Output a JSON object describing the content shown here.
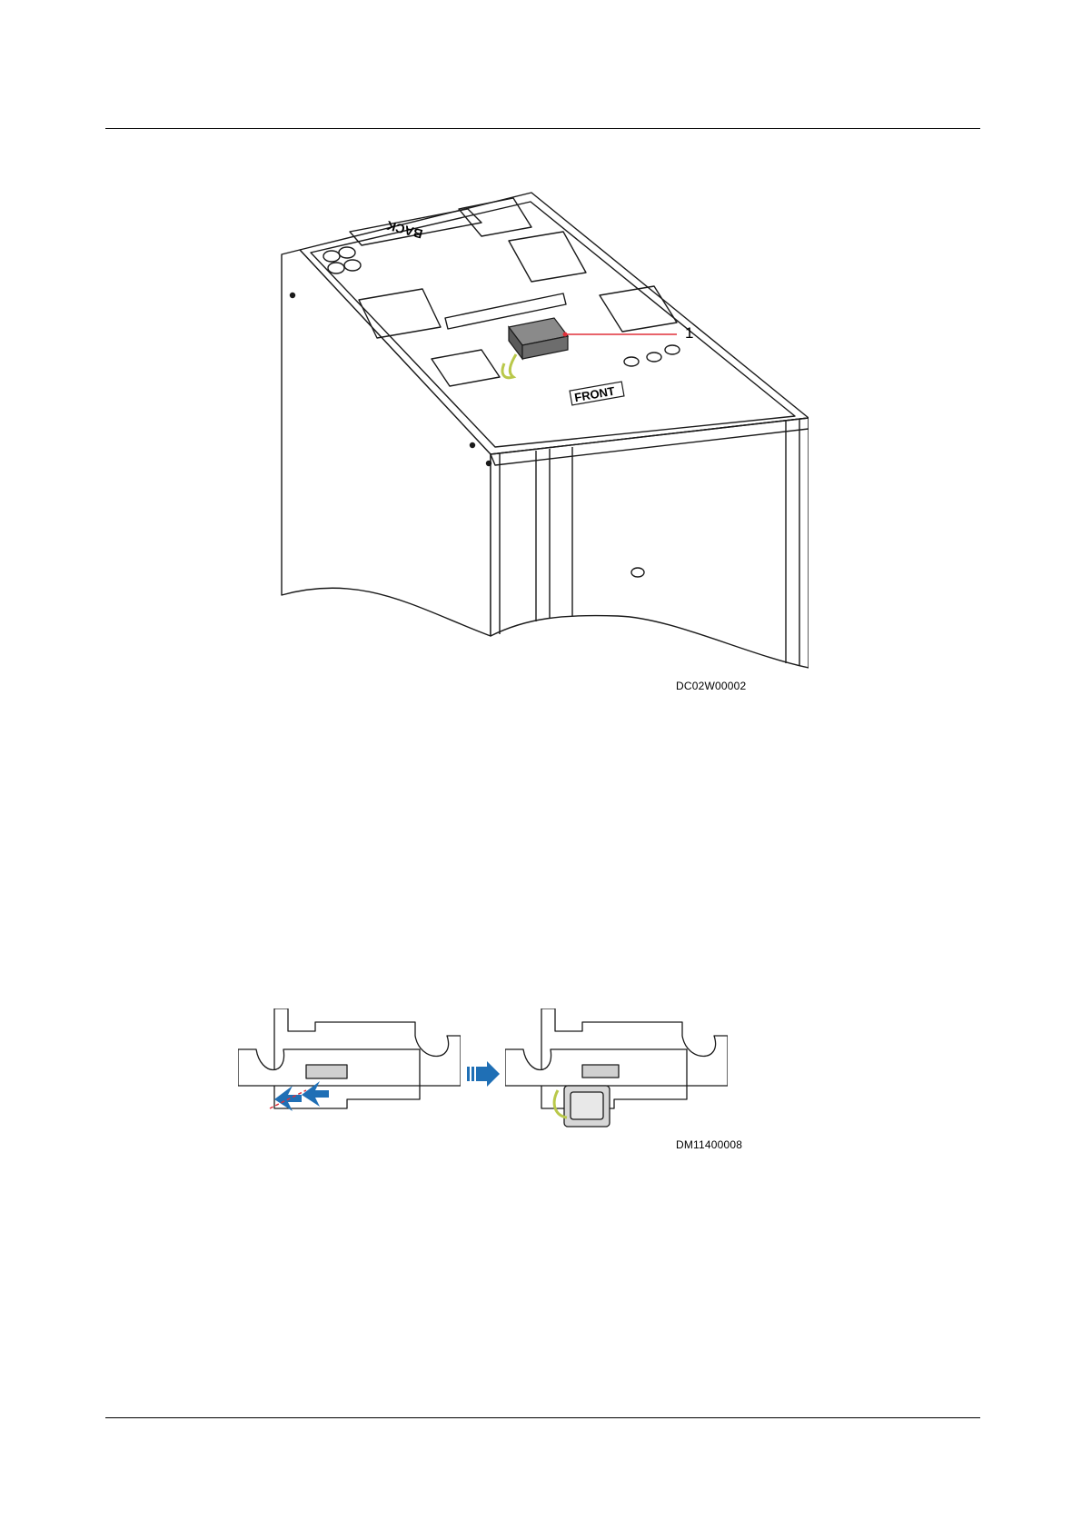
{
  "figure1": {
    "callout_label": "1",
    "back_label": "BACK",
    "front_label": "FRONT",
    "code": "DC02W00002"
  },
  "figure2": {
    "code": "DM11400008"
  },
  "colors": {
    "cable": "#b9c84a",
    "callout_line": "#e0303a",
    "arrow": "#1f6fb5",
    "line": "#1a1a1a"
  },
  "icons": [
    "arrow-right-icon",
    "push-arrow-icon"
  ]
}
